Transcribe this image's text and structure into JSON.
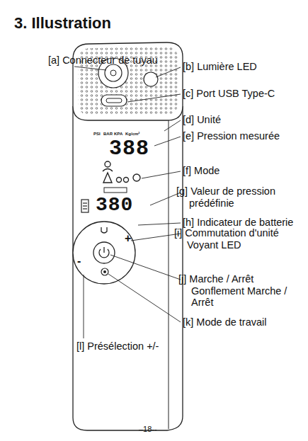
{
  "diagram": {
    "title": "3. Illustration",
    "labels": [
      "[a] Connecteur de tuyau",
      "[b] Lumière LED",
      "[c] Port USB Type-C",
      "[d] Unité",
      "[e] Pression mesurée",
      "[f] Mode",
      "[g] Valeur de pression prédéfinie",
      "[h] Indicateur de batterie",
      "[i] Commutation d'unité Voyant LED",
      "[j] Marche / Arrêt Gonflement Marche / Arrêt",
      "[k]  Mode de travail",
      "[l] Présélection +/-",
      "PSI",
      "BAR",
      "KPA",
      "Kg/cm²",
      "388",
      "380",
      "-",
      "+",
      "–18--"
    ]
  }
}
